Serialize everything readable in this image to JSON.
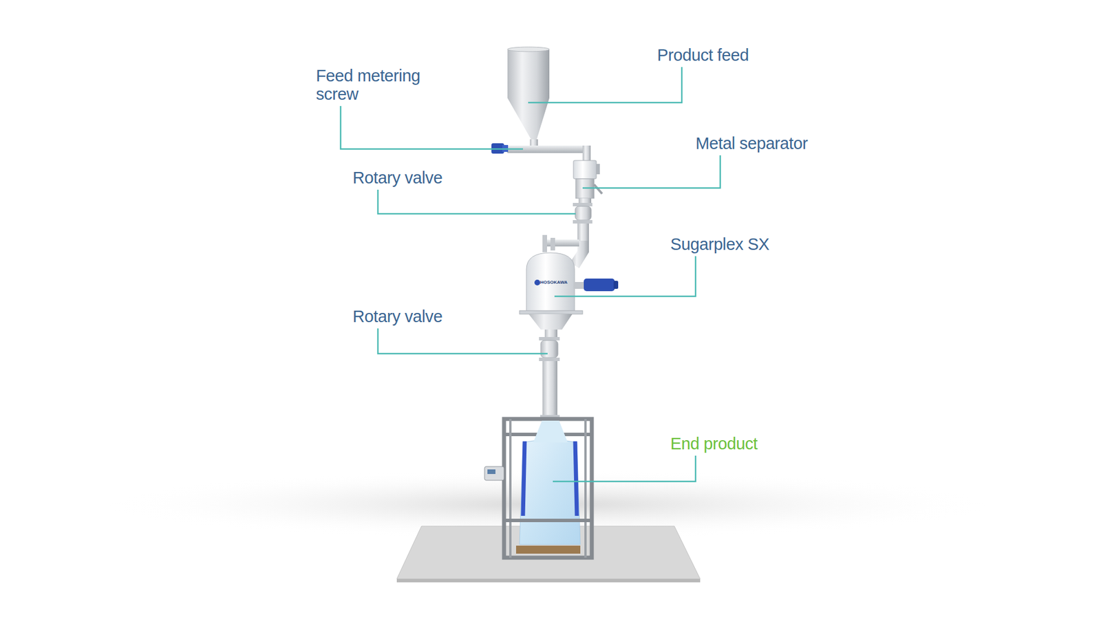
{
  "diagram": {
    "labels": [
      "Product feed",
      "Feed metering screw",
      "Metal separator",
      "Rotary valve",
      "Sugarplex SX",
      "HOSOKAWA",
      "Rotary valve",
      "End product"
    ]
  }
}
